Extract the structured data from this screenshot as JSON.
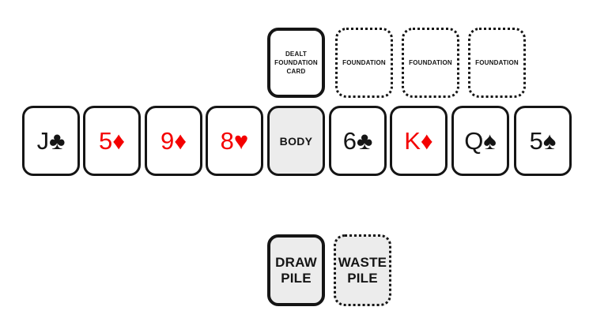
{
  "colors": {
    "red_suit": "#f40000",
    "black_suit": "#151515",
    "card_border": "#151515",
    "card_fill_white": "#ffffff",
    "card_fill_gray": "#ececec"
  },
  "board": {
    "foundation_row": {
      "dealt_card_label": "DEALT\nFOUNDATION\nCARD",
      "foundation_slots": [
        {
          "label": "FOUNDATION"
        },
        {
          "label": "FOUNDATION"
        },
        {
          "label": "FOUNDATION"
        }
      ]
    },
    "hand_row": {
      "body_label": "BODY",
      "cards": [
        {
          "rank": "J",
          "suit": "♣",
          "suit_name": "clubs",
          "color": "#151515"
        },
        {
          "rank": "5",
          "suit": "♦",
          "suit_name": "diamonds",
          "color": "#f40000"
        },
        {
          "rank": "9",
          "suit": "♦",
          "suit_name": "diamonds",
          "color": "#f40000"
        },
        {
          "rank": "8",
          "suit": "♥",
          "suit_name": "hearts",
          "color": "#f40000"
        },
        {
          "rank": "6",
          "suit": "♣",
          "suit_name": "clubs",
          "color": "#151515"
        },
        {
          "rank": "K",
          "suit": "♦",
          "suit_name": "diamonds",
          "color": "#f40000"
        },
        {
          "rank": "Q",
          "suit": "♠",
          "suit_name": "spades",
          "color": "#151515"
        },
        {
          "rank": "5",
          "suit": "♠",
          "suit_name": "spades",
          "color": "#151515"
        }
      ]
    },
    "pile_row": {
      "draw_pile_label": "DRAW\nPILE",
      "waste_pile_label": "WASTE\nPILE"
    }
  }
}
